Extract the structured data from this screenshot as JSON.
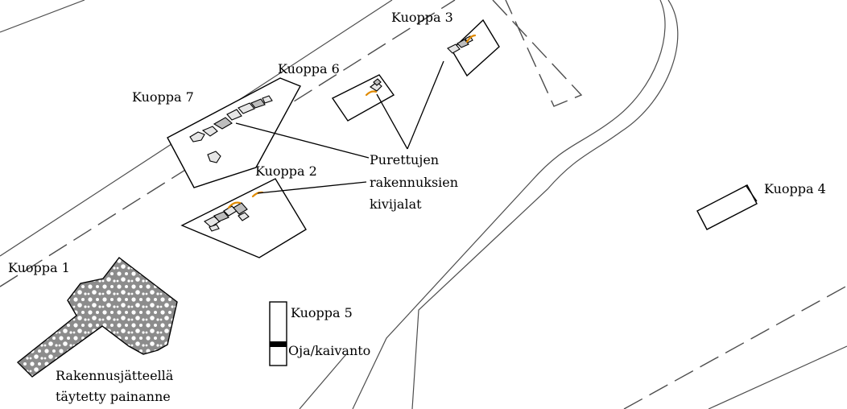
{
  "labels": {
    "kuoppa1": "Kuoppa 1",
    "kuoppa2": "Kuoppa 2",
    "kuoppa3": "Kuoppa 3",
    "kuoppa4": "Kuoppa 4",
    "kuoppa5": "Kuoppa 5",
    "kuoppa6": "Kuoppa 6",
    "kuoppa7": "Kuoppa 7",
    "foundations": [
      "Purettujen",
      "rakennuksien",
      "kivijalat"
    ],
    "ditch": "Oja/kaivanto",
    "rubble_fill": [
      "Rakennusjätteellä",
      "täytetty painanne"
    ]
  },
  "colors": {
    "outline": "#000000",
    "road_line": "#4d4d4d",
    "feature_accent": "#e08a00",
    "fill_pattern_bg": "#8c8c8c",
    "fill_pattern_dots": "#ffffff"
  }
}
